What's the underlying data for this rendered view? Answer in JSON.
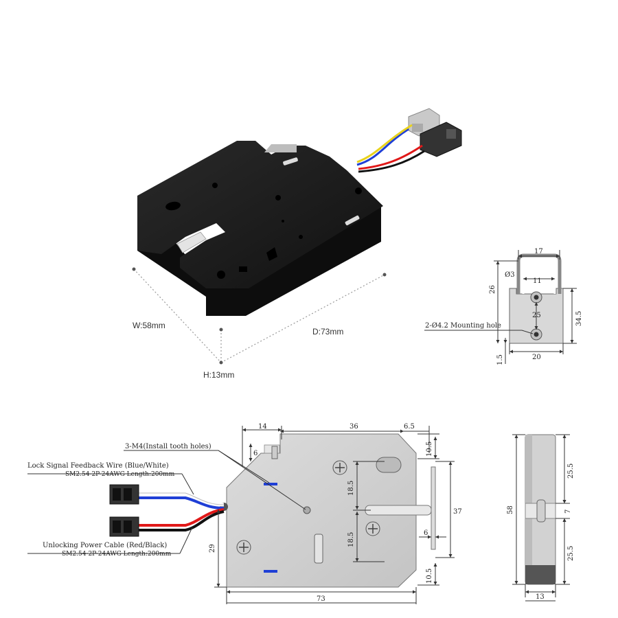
{
  "dimensions_3d": {
    "width": "W:58mm",
    "depth": "D:73mm",
    "height": "H:13mm"
  },
  "bracket": {
    "d17": "17",
    "d_phi3": "Ø3",
    "d11": "11",
    "d26": "26",
    "d25": "25",
    "d34_5": "34.5",
    "mounting_hole": "2-Ø4.2 Mounting hole",
    "d1_5": "1.5",
    "d20": "20"
  },
  "front_view": {
    "d14": "14",
    "d36": "36",
    "d6_5": "6.5",
    "d6_top": "6",
    "d10_5_top": "10.5",
    "d18_5_upper": "18.5",
    "d18_5_lower": "18.5",
    "d37": "37",
    "d6_right": "6",
    "d10_5_bottom": "10.5",
    "d29": "29",
    "d73": "73",
    "install_holes": "3-M4(Install tooth holes)"
  },
  "wires": {
    "signal_title": "Lock Signal Feedback Wire (Blue/White)",
    "signal_spec": "SM2.54-2P-24AWG Length:200mm",
    "power_title": "Unlocking Power Cable (Red/Black)",
    "power_spec": "SM2.54-2P-24AWG Length:200mm"
  },
  "side_view": {
    "d58": "58",
    "d25_5_top": "25.5",
    "d7": "7",
    "d25_5_bottom": "25.5",
    "d13": "13"
  },
  "colors": {
    "body_black": "#1a1a1a",
    "plate_gray": "#d0d0d0",
    "wire_red": "#e01818",
    "wire_blue": "#1f3fd6",
    "wire_yellow": "#e8d21c",
    "dim_line": "#333333"
  }
}
